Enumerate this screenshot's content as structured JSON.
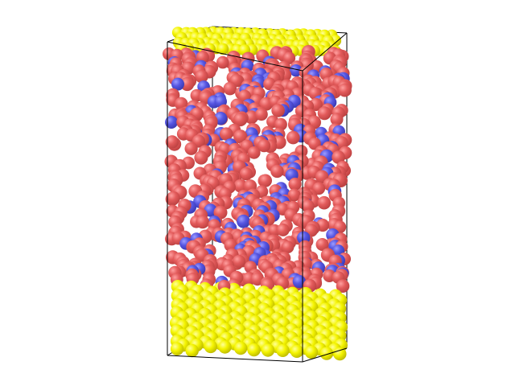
{
  "scene": {
    "kind": "molecular-dynamics-snapshot",
    "background_color": "#ffffff",
    "box_edge_color": "#000000",
    "species": [
      {
        "role": "upper-electrode",
        "color": "#f4f400",
        "highlight": "#ffff9a",
        "shade": "#b8b400",
        "count": 92
      },
      {
        "role": "lower-electrode",
        "color": "#f4f400",
        "highlight": "#ffff9a",
        "shade": "#b8b400",
        "count": 170
      },
      {
        "role": "red-atoms",
        "color": "#e35b5b",
        "highlight": "#ff9f9f",
        "shade": "#b93f3f",
        "count": 540
      },
      {
        "role": "blue-atoms",
        "color": "#5656e2",
        "highlight": "#9c9cff",
        "shade": "#3737ad",
        "count": 120
      }
    ]
  }
}
